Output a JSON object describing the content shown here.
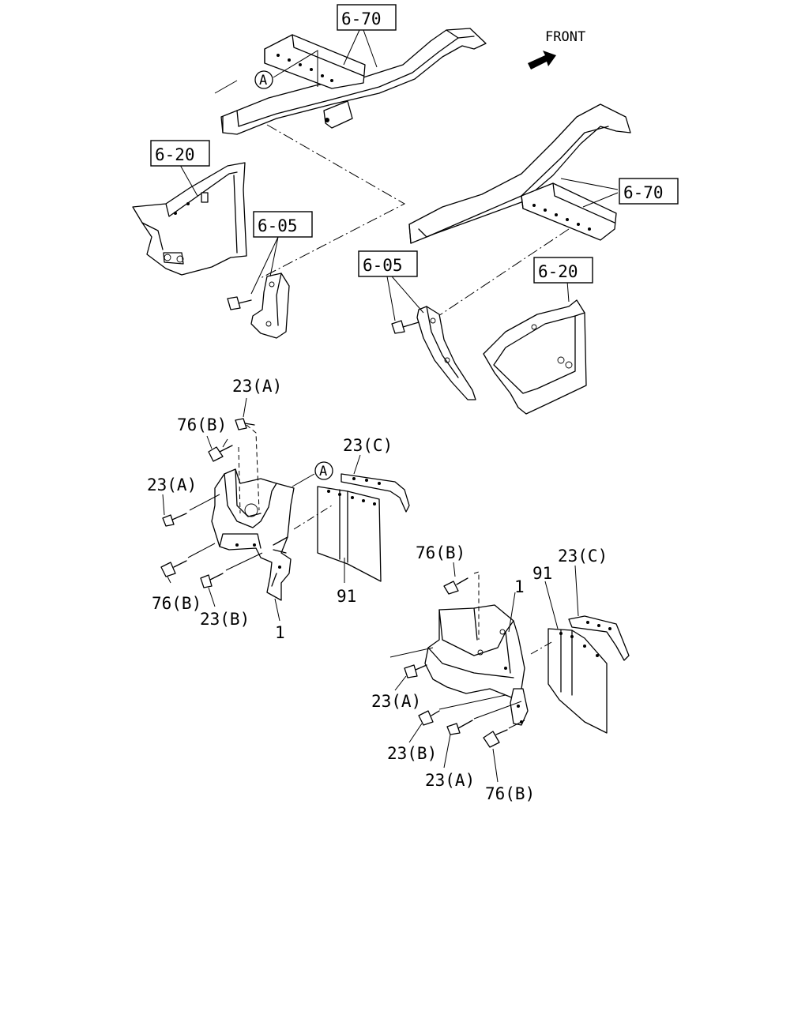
{
  "direction": {
    "label": "FRONT",
    "arrow_icon": "arrow-icon"
  },
  "references": {
    "frame_top": "6-70",
    "frame_right": "6-70",
    "fender_left": "6-20",
    "fender_right": "6-20",
    "bracket_left": "6-05",
    "bracket_right": "6-05"
  },
  "markers": {
    "a_top": "A",
    "a_mid": "A"
  },
  "parts_left": {
    "p23a_top": "23(A)",
    "p76b_top": "76(B)",
    "p23a_mid": "23(A)",
    "p23c": "23(C)",
    "p76b_bot": "76(B)",
    "p23b": "23(B)",
    "p91": "91",
    "p1": "1"
  },
  "parts_right": {
    "p76b_top": "76(B)",
    "p1": "1",
    "p91": "91",
    "p23c": "23(C)",
    "p23a_left": "23(A)",
    "p23b": "23(B)",
    "p23a_bot": "23(A)",
    "p76b_bot": "76(B)"
  }
}
